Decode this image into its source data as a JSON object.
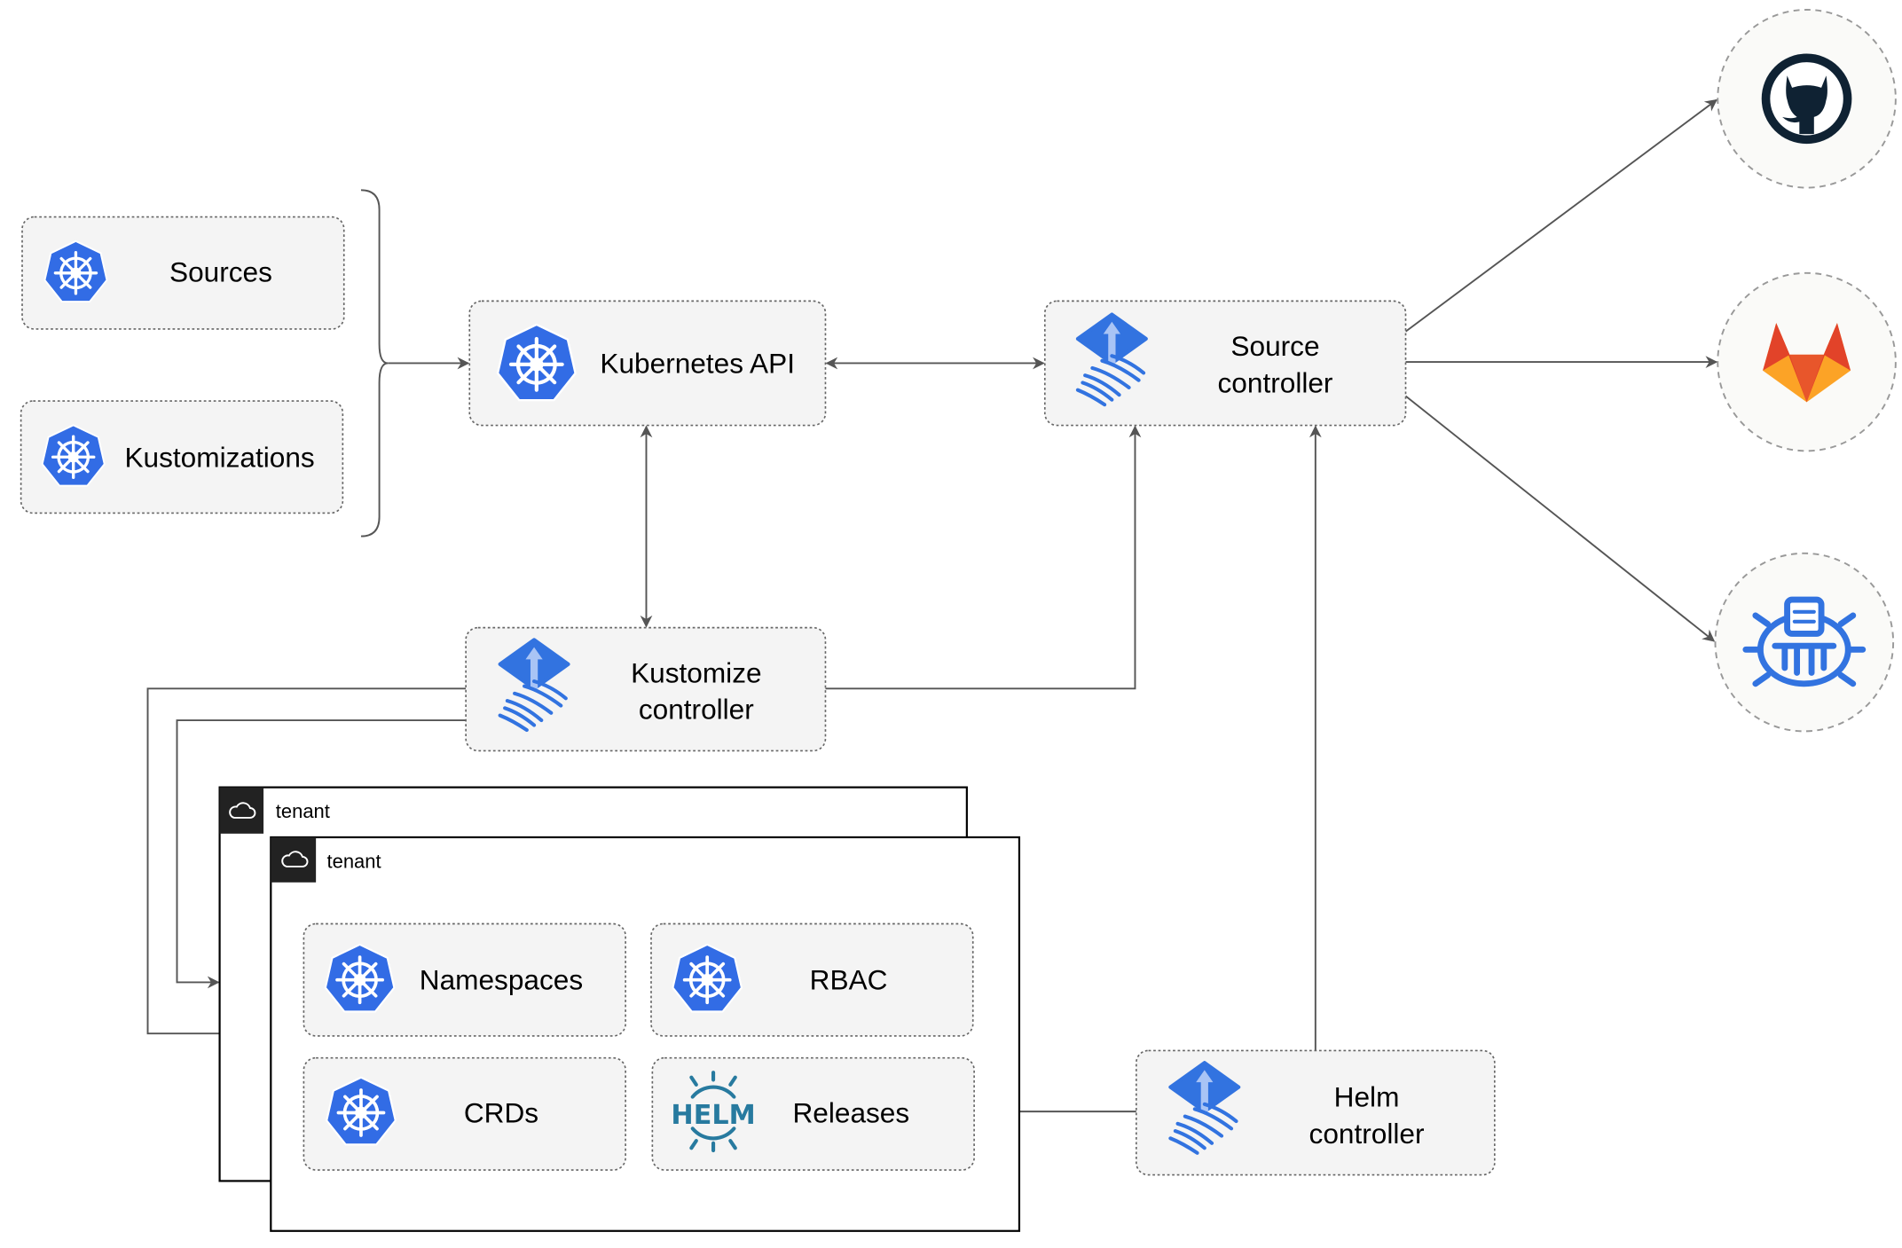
{
  "nodes": {
    "sources": "Sources",
    "kustomizations": "Kustomizations",
    "kubernetes_api": "Kubernetes API",
    "source_controller": [
      "Source",
      "controller"
    ],
    "kustomize_controller": [
      "Kustomize",
      "controller"
    ],
    "helm_controller": [
      "Helm",
      "controller"
    ],
    "namespaces": "Namespaces",
    "rbac": "RBAC",
    "crds": "CRDs",
    "releases": "Releases",
    "helm_logo_text": "HELM"
  },
  "tenants": [
    "tenant",
    "tenant"
  ],
  "external_sources": [
    {
      "icon": "github-icon"
    },
    {
      "icon": "gitlab-icon"
    },
    {
      "icon": "helm-repository-icon"
    }
  ],
  "colors": {
    "kubernetes_blue": "#326ce5",
    "flux_blue": "#3273e0",
    "github_dark": "#0f2233",
    "gitlab_orange": "#e24329",
    "gitlab_light": "#fca326",
    "helm_blue": "#277a9f",
    "box_fill": "#f4f4f4"
  }
}
